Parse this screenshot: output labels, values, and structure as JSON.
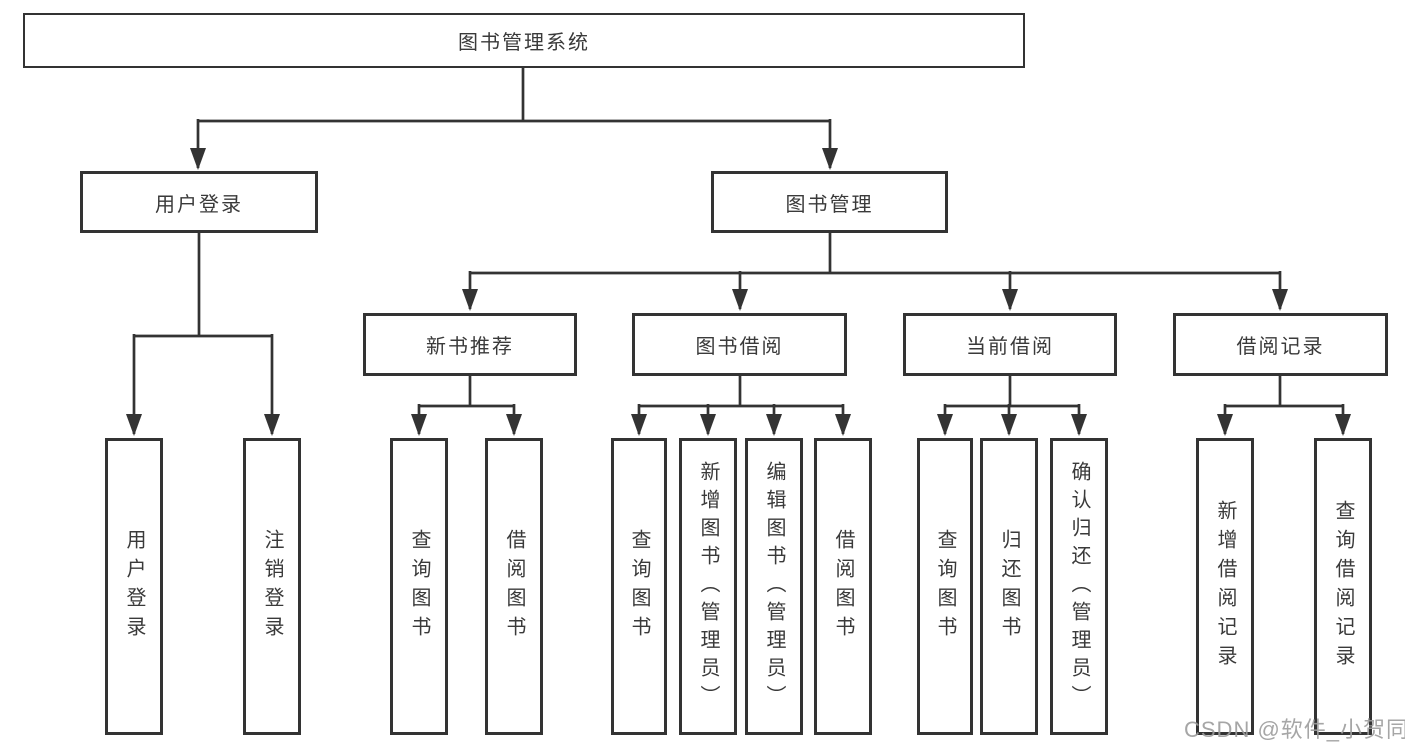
{
  "diagram": {
    "title": "图书管理系统",
    "root": {
      "label": "图书管理系统"
    },
    "level2": {
      "user_login": {
        "label": "用户登录"
      },
      "book_management": {
        "label": "图书管理"
      }
    },
    "level3": {
      "new_book_recommendation": {
        "label": "新书推荐",
        "parent": "图书管理"
      },
      "book_borrowing": {
        "label": "图书借阅",
        "parent": "图书管理"
      },
      "current_borrowing": {
        "label": "当前借阅",
        "parent": "图书管理"
      },
      "borrowing_records": {
        "label": "借阅记录",
        "parent": "图书管理"
      }
    },
    "leaves": [
      {
        "label": "用户登录",
        "parent": "用户登录"
      },
      {
        "label": "注销登录",
        "parent": "用户登录"
      },
      {
        "label": "查询图书",
        "parent": "新书推荐"
      },
      {
        "label": "借阅图书",
        "parent": "新书推荐"
      },
      {
        "label": "查询图书",
        "parent": "图书借阅"
      },
      {
        "label": "新增图书（管理员）",
        "parent": "图书借阅"
      },
      {
        "label": "编辑图书（管理员）",
        "parent": "图书借阅"
      },
      {
        "label": "借阅图书",
        "parent": "图书借阅"
      },
      {
        "label": "查询图书",
        "parent": "当前借阅"
      },
      {
        "label": "归还图书",
        "parent": "当前借阅"
      },
      {
        "label": "确认归还（管理员）",
        "parent": "当前借阅"
      },
      {
        "label": "新增借阅记录",
        "parent": "借阅记录"
      },
      {
        "label": "查询借阅记录",
        "parent": "借阅记录"
      }
    ],
    "watermark": {
      "text": "CSDN @软件_小贺同学"
    },
    "colors": {
      "line": "#333333",
      "border": "#333333",
      "text": "#3a3a3a",
      "background": "#ffffff",
      "watermark": "#9d9d9d"
    }
  }
}
